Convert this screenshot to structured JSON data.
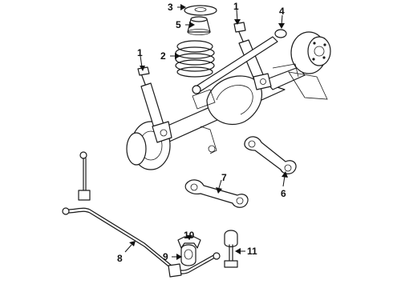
{
  "callouts": [
    {
      "id": "c1a",
      "label": "1"
    },
    {
      "id": "c1b",
      "label": "1"
    },
    {
      "id": "c2",
      "label": "2"
    },
    {
      "id": "c3",
      "label": "3"
    },
    {
      "id": "c4",
      "label": "4"
    },
    {
      "id": "c5",
      "label": "5"
    },
    {
      "id": "c6",
      "label": "6"
    },
    {
      "id": "c7",
      "label": "7"
    },
    {
      "id": "c8",
      "label": "8"
    },
    {
      "id": "c9",
      "label": "9"
    },
    {
      "id": "c10",
      "label": "10"
    },
    {
      "id": "c11",
      "label": "11"
    }
  ]
}
